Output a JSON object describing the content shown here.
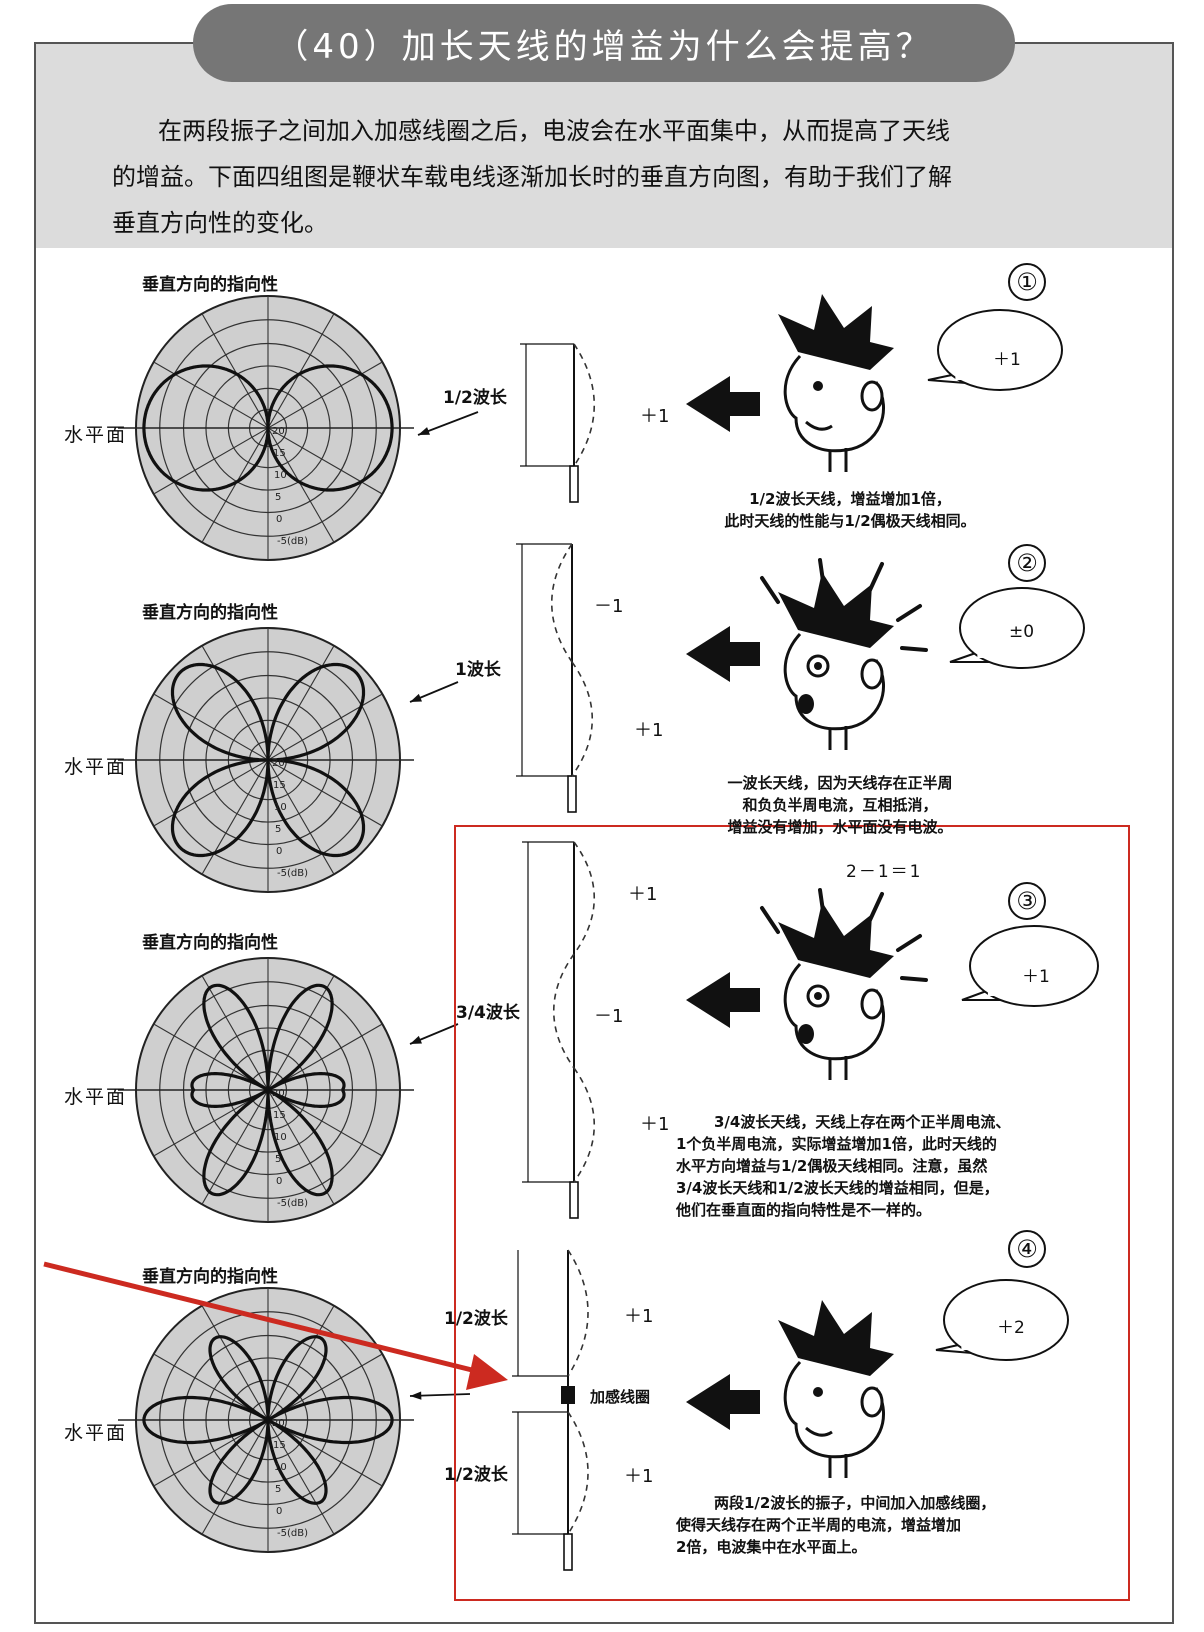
{
  "header": {
    "title": "（40）加长天线的增益为什么会提高？",
    "intro_lines": [
      "在两段振子之间加入加感线圈之后，电波会在水平面集中，从而提高了天线",
      "的增益。下面四组图是鞭状车载电线逐渐加长时的垂直方向图，有助于我们了解",
      "垂直方向性的变化。"
    ]
  },
  "pattern_title": "垂直方向的指向性",
  "horizontal_label": "水平面",
  "scale_labels": [
    "20",
    "15",
    "10",
    "5",
    "0",
    "-5(dB)"
  ],
  "cases": [
    {
      "number": "①",
      "length_label": "1/2波长",
      "current_signs": [
        "＋1"
      ],
      "bubble": "＋1",
      "caption": [
        "1/2波长天线，增益增加1倍，",
        "此时天线的性能与1/2偶极天线相同。"
      ]
    },
    {
      "number": "②",
      "length_label": "1波长",
      "current_signs": [
        "－1",
        "＋1"
      ],
      "bubble": "±0",
      "caption": [
        "一波长天线，因为天线存在正半周",
        "和负负半周电流，互相抵消，",
        "增益没有增加，水平面没有电波。"
      ]
    },
    {
      "number": "③",
      "length_label": "3/4波长",
      "current_signs": [
        "＋1",
        "－1",
        "＋1"
      ],
      "bubble": "＋1",
      "equation": "2－1＝1",
      "caption": [
        "3/4波长天线，天线上存在两个正半周电流、",
        "1个负半周电流，实际增益增加1倍，此时天线的",
        "水平方向增益与1/2偶极天线相同。注意，虽然",
        "3/4波长天线和1/2波长天线的增益相同，但是，",
        "他们在垂直面的指向特性是不一样的。"
      ]
    },
    {
      "number": "④",
      "length_label": "1/2波长",
      "length_label_2": "1/2波长",
      "coil_label": "加感线圈",
      "current_signs": [
        "＋1",
        "＋1"
      ],
      "bubble": "＋2",
      "caption": [
        "两段1/2波长的振子，中间加入加感线圈，",
        "使得天线存在两个正半周的电流，增益增加",
        "2倍，电波集中在水平面上。"
      ]
    }
  ],
  "colors": {
    "title_bg": "#767676",
    "header_bg": "#dcdcdc",
    "annotation_red": "#cc2a20"
  }
}
